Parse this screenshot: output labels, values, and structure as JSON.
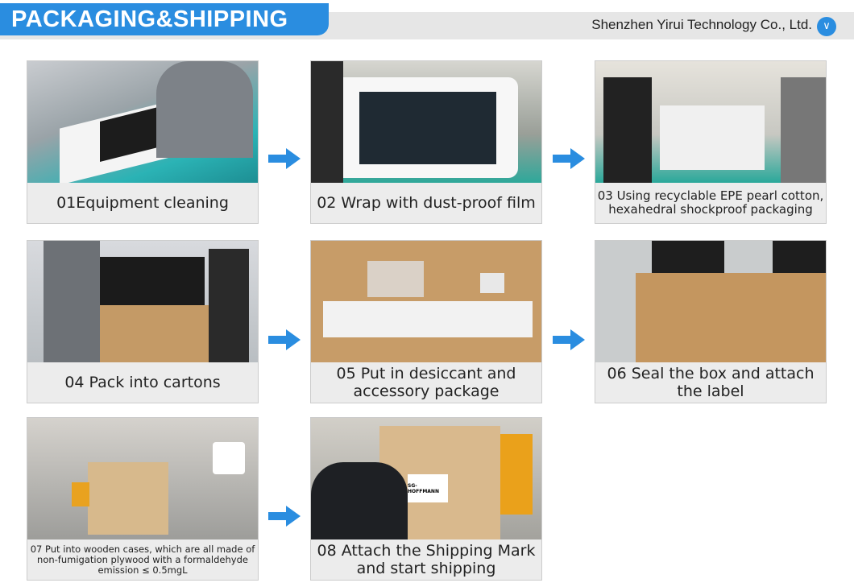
{
  "header": {
    "title": "PACKAGING&SHIPPING",
    "company": "Shenzhen Yirui Technology Co., Ltd.",
    "icon": "chevron-down-icon",
    "accent": "#2a8de0"
  },
  "steps": [
    {
      "caption": "01Equipment cleaning"
    },
    {
      "caption": "02 Wrap with dust-proof film"
    },
    {
      "caption": "03 Using recyclable EPE pearl cotton, hexahedral shockproof packaging"
    },
    {
      "caption": "04 Pack into cartons"
    },
    {
      "caption": "05 Put in desiccant and accessory package"
    },
    {
      "caption": "06 Seal the box and attach the label"
    },
    {
      "caption": "07 Put into wooden cases, which are all made of non-fumigation plywood with a formaldehyde emission ≤ 0.5mgL"
    },
    {
      "caption": "08 Attach the Shipping Mark and start shipping",
      "label_text": "SG-HOFFMANN"
    }
  ]
}
